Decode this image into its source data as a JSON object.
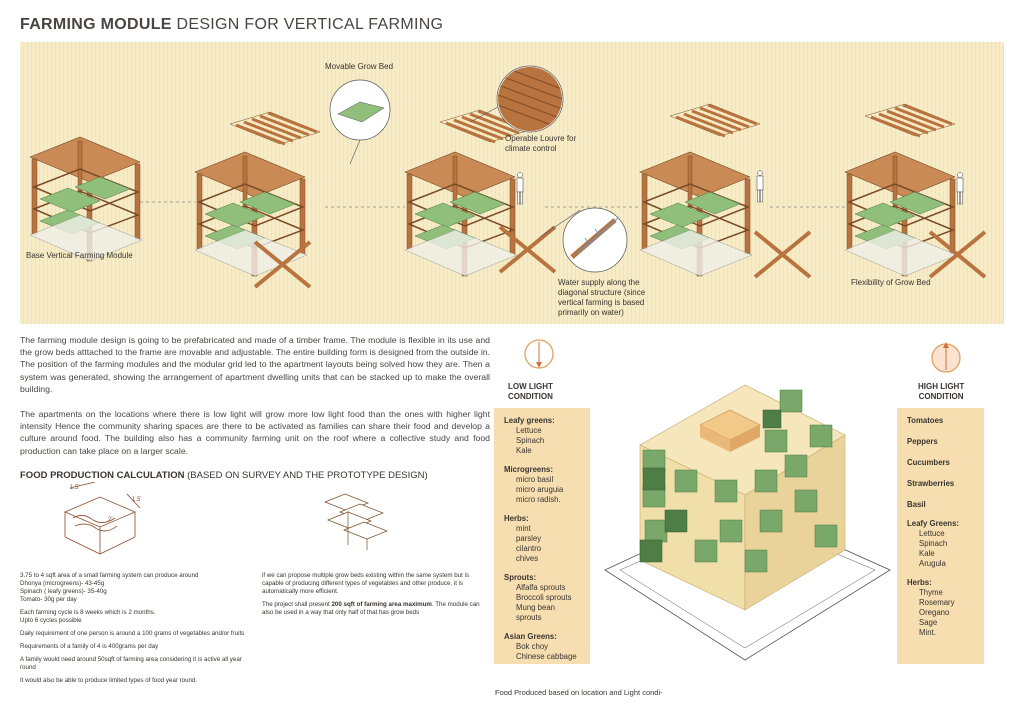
{
  "header": {
    "title_bold": "FARMING MODULE",
    "title_rest": "DESIGN FOR VERTICAL FARMING"
  },
  "banner": {
    "label_movable": "Movable Grow Bed",
    "label_louvre": "Operable Louvre for\nclimate control",
    "label_base": "Base Vertical Farming Module",
    "label_water": "Water supply along the\ndiagonal structure (since\nvertical farming is based\nprimarily on water)",
    "label_flex": "Flexibility of Grow Bed"
  },
  "intro": {
    "p1": "The farming module design is going to be prefabricated and made of a timber frame. The module is flexible in its use and the grow beds atttached to the frame are movable and adjustable. The entire building form is designed from the outside in. The position of the farming modules and the modular grid led to the apartment layouts being solved how they are. Then a system was generated, showing the arrangement of apartment dwelling units that can be stacked up to make the overall building.",
    "p2": "The apartments on the locations where there is low light will grow more low light food than the ones with higher light intensity Hence the community sharing spaces are there to be activated as families can share their food and develop a culture around food. The building also has a community farming unit on the roof where a collective study and food production can take place on a larger scale."
  },
  "calc": {
    "heading_bold": "FOOD PRODUCTION CALCULATION",
    "heading_rest": "(BASED ON SURVEY AND THE PROTOTYPE DESIGN)",
    "dim_1": "1.5'",
    "dim_2": "1.5'",
    "dim_3": "2'",
    "left": [
      "3.75 to 4 sqft area of a small farming system can produce around\nDhonya (microgreens)- 43-45g\nSpinach ( leafy greens)- 35-40g\nTomato- 30g per day",
      "Each farming cycle is 8 weeks which is 2 months.\nUpto 6 cycles possible",
      "Daily requirement of one person is around a 100 grams of vegetables and/or fruits",
      "Requirements of a family of 4 is 400grams per day",
      "A family would need around 50sqft of farming area considering it is active all year round",
      "It would also be able to produce limited types of food year round."
    ],
    "right_p1": "if we can propose multiple grow beds existing within the same system but is capable of producing different types of vegetables and other produce, it is automatically more efficient.",
    "right_p2_pre": "The project shall present ",
    "right_p2_bold": "200 sqft of farming area maximum",
    "right_p2_post": ". The module can also be used in a way that only half of that has grow beds"
  },
  "low_light": {
    "title": "LOW LIGHT\nCONDITION",
    "groups": [
      {
        "name": "Leafy greens:",
        "items": [
          "Lettuce",
          "Spinach",
          "Kale"
        ]
      },
      {
        "name": "Microgreens:",
        "items": [
          "micro basil",
          "micro aruguia",
          "micro radish."
        ]
      },
      {
        "name": "Herbs:",
        "items": [
          "mint",
          "parsley",
          "cilantro",
          "chives"
        ]
      },
      {
        "name": "Sprouts:",
        "items": [
          "Alfalfa sprouts",
          "Broccoli sprouts",
          "Mung bean sprouts"
        ]
      },
      {
        "name": "Asian Greens:",
        "items": [
          "Bok choy",
          "Chinese cabbage"
        ]
      }
    ]
  },
  "high_light": {
    "title": "HIGH LIGHT\nCONDITION",
    "simple": [
      "Tomatoes",
      "Peppers",
      "Cucumbers",
      "Strawberries",
      "Basil"
    ],
    "groups": [
      {
        "name": "Leafy Greens:",
        "items": [
          "Lettuce",
          "Spinach",
          "Kale",
          "Arugula"
        ]
      },
      {
        "name": "Herbs:",
        "items": [
          "Thyme",
          "Rosemary",
          "Oregano",
          "Sage",
          "Mint."
        ]
      }
    ]
  },
  "caption": "Food Produced based on location and Light condi-",
  "colors": {
    "banner": "#f7ecc6",
    "panel": "#f6deb0",
    "timber": "#b9733f",
    "green": "#7aa86a",
    "dark_green": "#4e7d45",
    "cube": "#f1dfaa"
  }
}
